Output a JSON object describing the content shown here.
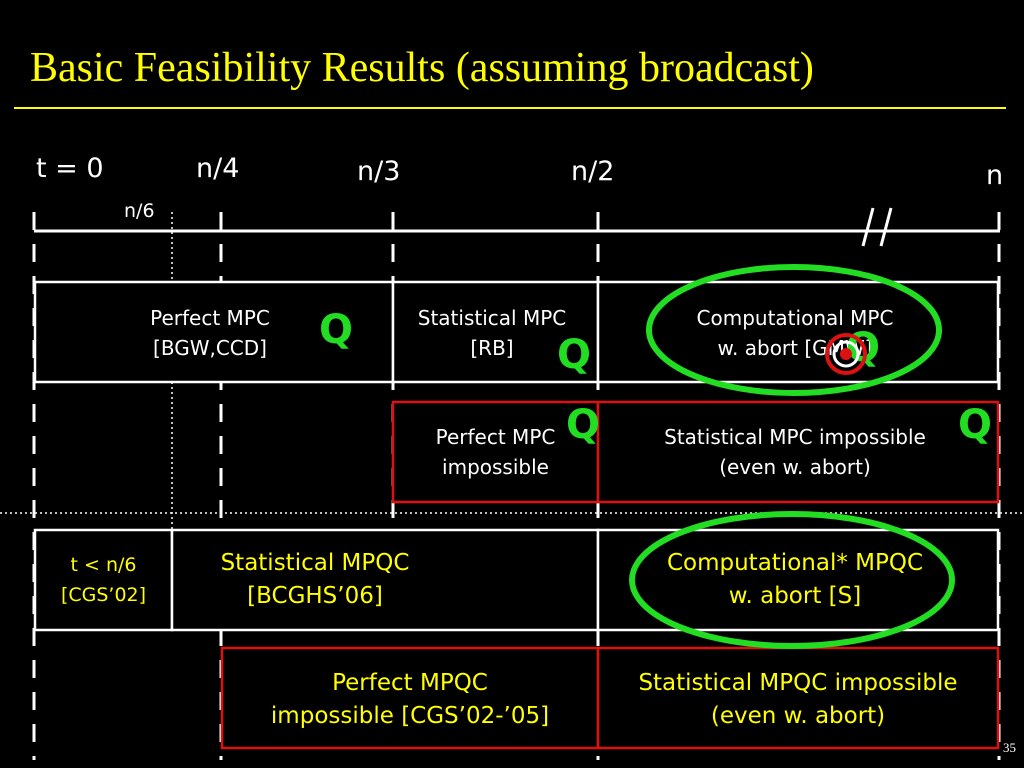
{
  "title": "Basic Feasibility Results (assuming broadcast)",
  "axis": {
    "t0": "t = 0",
    "n4": "n/4",
    "n3": "n/3",
    "n2": "n/2",
    "n": "n",
    "n6": "n/6"
  },
  "boxes": {
    "perfect_mpc": [
      "Perfect MPC",
      "[BGW,CCD]"
    ],
    "statistical_mpc": [
      "Statistical MPC",
      "[RB]"
    ],
    "computational_mpc": [
      "Computational MPC",
      "w. abort [GMW]"
    ],
    "perfect_mpc_impossible": [
      "Perfect MPC",
      "impossible"
    ],
    "statistical_mpc_impossible": [
      "Statistical MPC impossible",
      "(even w. abort)"
    ],
    "cgs": [
      "t < n/6",
      "[CGS’02]"
    ],
    "statistical_mpqc": [
      "Statistical MPQC",
      "[BCGHS’06]"
    ],
    "computational_mpqc": [
      "Computational* MPQC",
      "w. abort [S]"
    ],
    "perfect_mpqc_impossible": [
      "Perfect MPQC",
      "impossible [CGS’02-’05]"
    ],
    "statistical_mpqc_impossible": [
      "Statistical MPQC impossible",
      "(even w. abort)"
    ]
  },
  "q_marker": "Q",
  "page_number": "35",
  "colors": {
    "background": "#000000",
    "title": "#ffff00",
    "quantum_text": "#ffff00",
    "line": "#ffffff",
    "impossible_border": "#dd1111",
    "highlight_ellipse": "#22dd22",
    "q_marker": "#22dd22"
  }
}
